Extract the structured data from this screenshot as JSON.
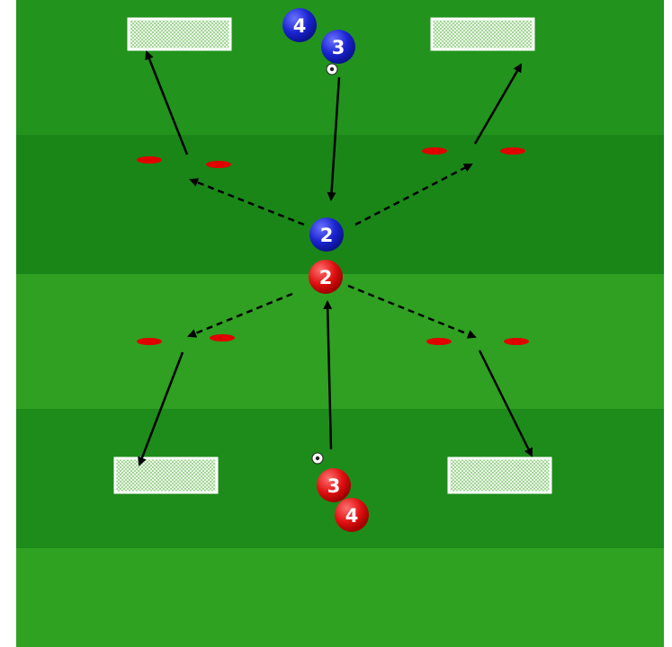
{
  "diagram": {
    "colors": {
      "pitch_dark": "#1d8a1b",
      "pitch_light": "#2e9e1f",
      "blue_team": "#1a24d0",
      "red_team": "#e01010",
      "cone": "#e00000",
      "arrow": "#000000",
      "goal": "#ffffff"
    },
    "players": [
      {
        "team": "blue",
        "number": "4"
      },
      {
        "team": "blue",
        "number": "3"
      },
      {
        "team": "blue",
        "number": "2"
      },
      {
        "team": "red",
        "number": "2"
      },
      {
        "team": "red",
        "number": "3"
      },
      {
        "team": "red",
        "number": "4"
      }
    ],
    "goals": [
      "top-left",
      "top-right",
      "bottom-left",
      "bottom-right"
    ],
    "cone_gates": [
      "top-left",
      "top-right",
      "bottom-left",
      "bottom-right"
    ],
    "balls": [
      "top",
      "bottom"
    ],
    "arrow_types": {
      "solid": "dribble or shot",
      "dashed": "pass"
    }
  }
}
